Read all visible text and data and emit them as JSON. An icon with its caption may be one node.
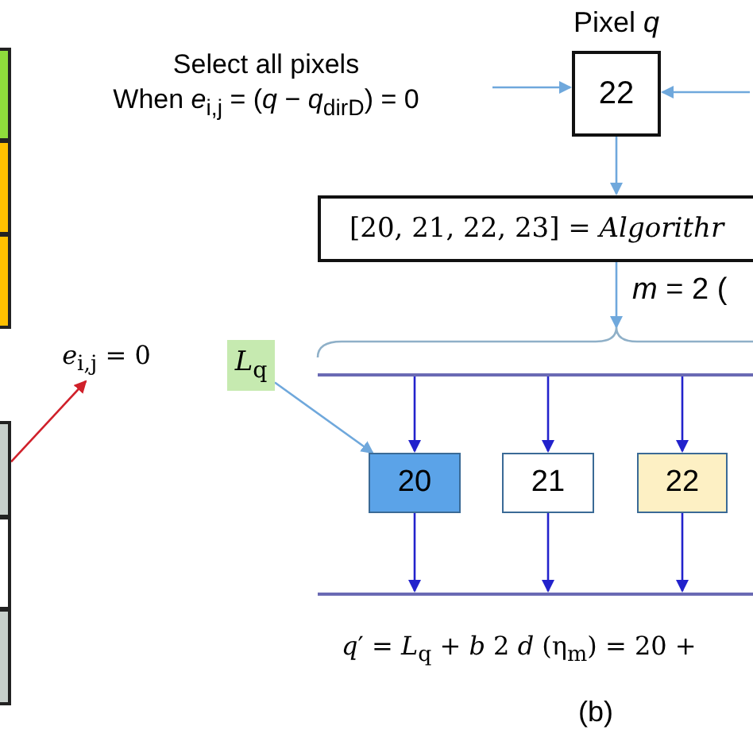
{
  "diagram": {
    "caption": "(b)",
    "nodes": [
      {
        "text": [],
        "shape": "box"
      },
      {
        "text": [],
        "shape": "box"
      },
      {
        "text": [],
        "shape": "box"
      },
      {
        "text": [
          "Select all pixels",
          "When *e*$_{i,j}$ = (*q* − *q*$_{dirD}$) = 0"
        ]
      },
      {
        "text": [
          "22"
        ],
        "beside": [
          "Pixel *q*"
        ]
      },
      {
        "text": [
          "[20, 21, 22, 23] = *Algorithr*"
        ]
      },
      {
        "text": [
          "*e*$_{i,j}$ = 0"
        ]
      },
      {
        "text": [],
        "shape": "box"
      },
      {
        "text": [],
        "shape": "box"
      },
      {
        "text": [],
        "shape": "box"
      },
      {
        "text": [
          "*L*$_{q}$"
        ]
      },
      {
        "text": [],
        "shape": "bar"
      },
      {
        "text": [
          "20"
        ]
      },
      {
        "text": [
          "21"
        ]
      },
      {
        "text": [
          "22"
        ]
      },
      {
        "text": [],
        "shape": "bar"
      }
    ],
    "edges": [
      {
        "from": 3,
        "to": 4,
        "arrow": "to",
        "color": "#6fa8dc"
      },
      {
        "from": null,
        "to": 4,
        "arrow": "to",
        "color": "#6fa8dc"
      },
      {
        "from": 4,
        "to": 5,
        "arrow": "to",
        "color": "#6fa8dc"
      },
      {
        "from": 5,
        "to": 11,
        "arrow": "to",
        "label": "*m* = 2 (",
        "color": "#6fa8dc"
      },
      {
        "from": 7,
        "to": 6,
        "arrow": "to",
        "color": "#d0202a"
      },
      {
        "from": 10,
        "to": 12,
        "arrow": "to",
        "color": "#6fa8dc"
      },
      {
        "from": 11,
        "to": 12,
        "arrow": "to"
      },
      {
        "from": 11,
        "to": 13,
        "arrow": "to"
      },
      {
        "from": 11,
        "to": 14,
        "arrow": "to"
      },
      {
        "from": 12,
        "to": 15,
        "arrow": "to"
      },
      {
        "from": 13,
        "to": 15,
        "arrow": "to"
      },
      {
        "from": 14,
        "to": 15,
        "arrow": "to"
      }
    ],
    "labels": [
      "*q*′ = *L*$_{q}$ + *b* 2 *d* (η$_{m}$) = 20 +"
    ]
  }
}
